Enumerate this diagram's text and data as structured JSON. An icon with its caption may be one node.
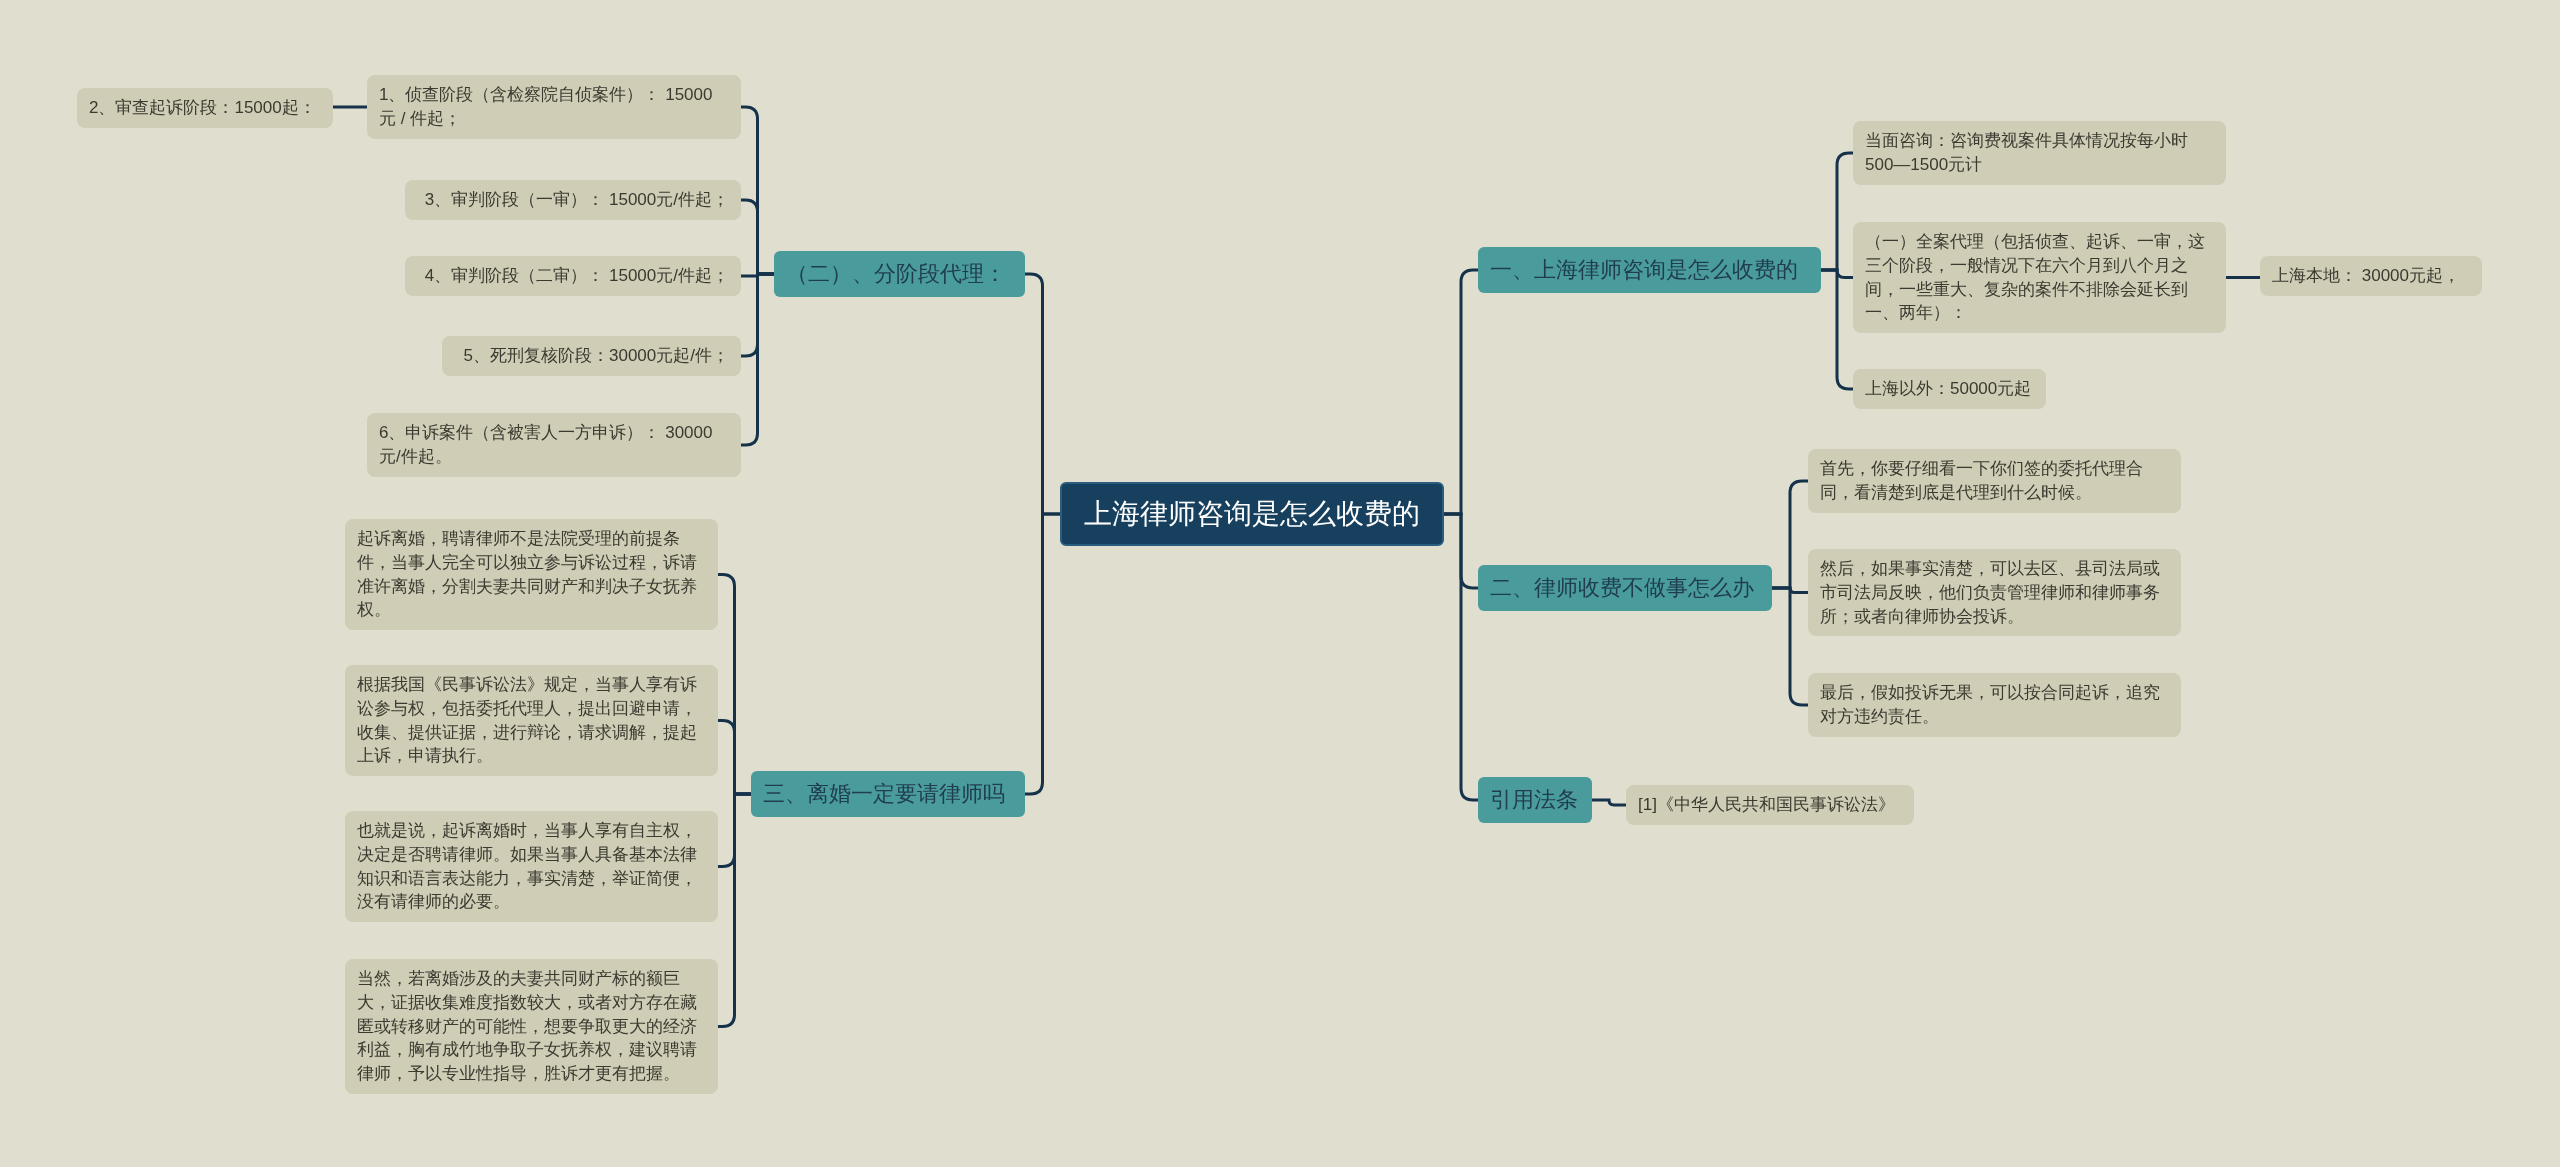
{
  "diagram": {
    "nodes": [
      {
        "text": [
          "上海律师咨询是怎么收费的"
        ]
      },
      {
        "text": [
          "一、上海律师咨询是怎么收费的"
        ]
      },
      {
        "text": [
          "当面咨询：咨询费视案件具体情况按每小时500—1500元计"
        ]
      },
      {
        "text": [
          "（一）全案代理（包括侦查、起诉、一审，这三个阶段，一般情况下在六个月到八个月之间，一些重大、复杂的案件不排除会延长到一、两年）："
        ]
      },
      {
        "text": [
          "上海本地： 30000元起，"
        ]
      },
      {
        "text": [
          "上海以外：50000元起"
        ]
      },
      {
        "text": [
          "二、律师收费不做事怎么办"
        ]
      },
      {
        "text": [
          "首先，你要仔细看一下你们签的委托代理合同，看清楚到底是代理到什么时候。"
        ]
      },
      {
        "text": [
          "然后，如果事实清楚，可以去区、县司法局或市司法局反映，他们负责管理律师和律师事务所；或者向律师协会投诉。"
        ]
      },
      {
        "text": [
          "最后，假如投诉无果，可以按合同起诉，追究对方违约责任。"
        ]
      },
      {
        "text": [
          "引用法条"
        ]
      },
      {
        "text": [
          "[1]《中华人民共和国民事诉讼法》"
        ]
      },
      {
        "text": [
          "（二）、分阶段代理："
        ]
      },
      {
        "text": [
          "1、侦查阶段（含检察院自侦案件）： 15000元 / 件起；"
        ]
      },
      {
        "text": [
          "2、审查起诉阶段：15000起："
        ]
      },
      {
        "text": [
          "3、审判阶段（一审）： 15000元/件起；"
        ]
      },
      {
        "text": [
          "4、审判阶段（二审）： 15000元/件起；"
        ]
      },
      {
        "text": [
          "5、死刑复核阶段：30000元起/件；"
        ]
      },
      {
        "text": [
          "6、申诉案件（含被害人一方申诉）： 30000元/件起。"
        ]
      },
      {
        "text": [
          "三、离婚一定要请律师吗"
        ]
      },
      {
        "text": [
          "起诉离婚，聘请律师不是法院受理的前提条件，当事人完全可以独立参与诉讼过程，诉请准许离婚，分割夫妻共同财产和判决子女抚养权。"
        ]
      },
      {
        "text": [
          "根据我国《民事诉讼法》规定，当事人享有诉讼参与权，包括委托代理人，提出回避申请，收集、提供证据，进行辩论，请求调解，提起上诉，申请执行。"
        ]
      },
      {
        "text": [
          "也就是说，起诉离婚时，当事人享有自主权，决定是否聘请律师。如果当事人具备基本法律知识和语言表达能力，事实清楚，举证简便，没有请律师的必要。"
        ]
      },
      {
        "text": [
          "当然，若离婚涉及的夫妻共同财产标的额巨大，证据收集难度指数较大，或者对方存在藏匿或转移财产的可能性，想要争取更大的经济利益，胸有成竹地争取子女抚养权，建议聘请律师，予以专业性指导，胜诉才更有把握。"
        ]
      }
    ],
    "edges": [
      {
        "from": 0,
        "to": 1,
        "arrow": "none"
      },
      {
        "from": 1,
        "to": 2,
        "arrow": "none"
      },
      {
        "from": 1,
        "to": 3,
        "arrow": "none"
      },
      {
        "from": 3,
        "to": 4,
        "arrow": "none"
      },
      {
        "from": 1,
        "to": 5,
        "arrow": "none"
      },
      {
        "from": 0,
        "to": 6,
        "arrow": "none"
      },
      {
        "from": 6,
        "to": 7,
        "arrow": "none"
      },
      {
        "from": 6,
        "to": 8,
        "arrow": "none"
      },
      {
        "from": 6,
        "to": 9,
        "arrow": "none"
      },
      {
        "from": 0,
        "to": 10,
        "arrow": "none"
      },
      {
        "from": 10,
        "to": 11,
        "arrow": "none"
      },
      {
        "from": 0,
        "to": 12,
        "arrow": "none"
      },
      {
        "from": 12,
        "to": 13,
        "arrow": "none"
      },
      {
        "from": 13,
        "to": 14,
        "arrow": "none"
      },
      {
        "from": 12,
        "to": 15,
        "arrow": "none"
      },
      {
        "from": 12,
        "to": 16,
        "arrow": "none"
      },
      {
        "from": 12,
        "to": 17,
        "arrow": "none"
      },
      {
        "from": 12,
        "to": 18,
        "arrow": "none"
      },
      {
        "from": 0,
        "to": 19,
        "arrow": "none"
      },
      {
        "from": 19,
        "to": 20,
        "arrow": "none"
      },
      {
        "from": 19,
        "to": 21,
        "arrow": "none"
      },
      {
        "from": 19,
        "to": 22,
        "arrow": "none"
      },
      {
        "from": 19,
        "to": 23,
        "arrow": "none"
      }
    ]
  }
}
